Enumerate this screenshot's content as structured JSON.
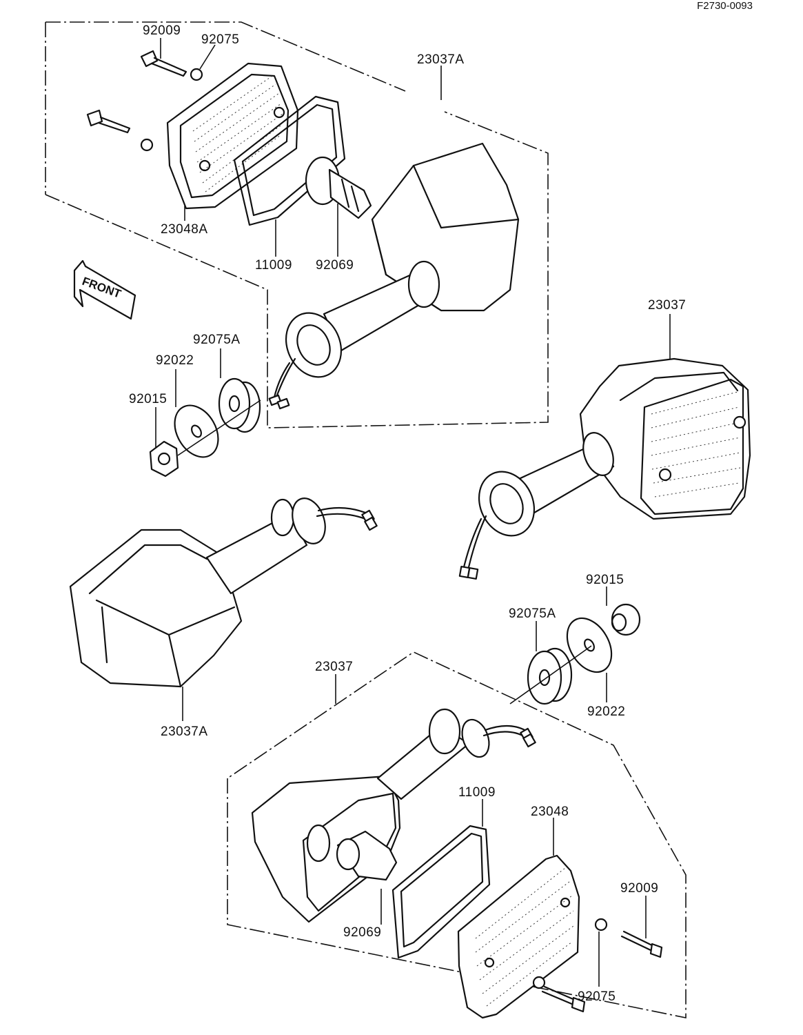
{
  "diagram_code": "F2730-0093",
  "direction_marker": "FRONT",
  "labels": {
    "top_bolt": "92009",
    "top_washer": "92075",
    "top_housing": "23037A",
    "top_lens": "23048A",
    "top_gasket": "11009",
    "top_bulb": "92069",
    "mid_right_signal": "23037",
    "mid_washer_92075A": "92075A",
    "mid_washer_92022": "92022",
    "mid_nut_92015": "92015",
    "lower_left_housing": "23037A",
    "lower_nut_92015": "92015",
    "lower_washer_92075A": "92075A",
    "lower_washer_92022": "92022",
    "bottom_signal": "23037",
    "bottom_gasket": "11009",
    "bottom_lens": "23048",
    "bottom_bulb": "92069",
    "bottom_bolt": "92009",
    "bottom_washer": "92075"
  }
}
